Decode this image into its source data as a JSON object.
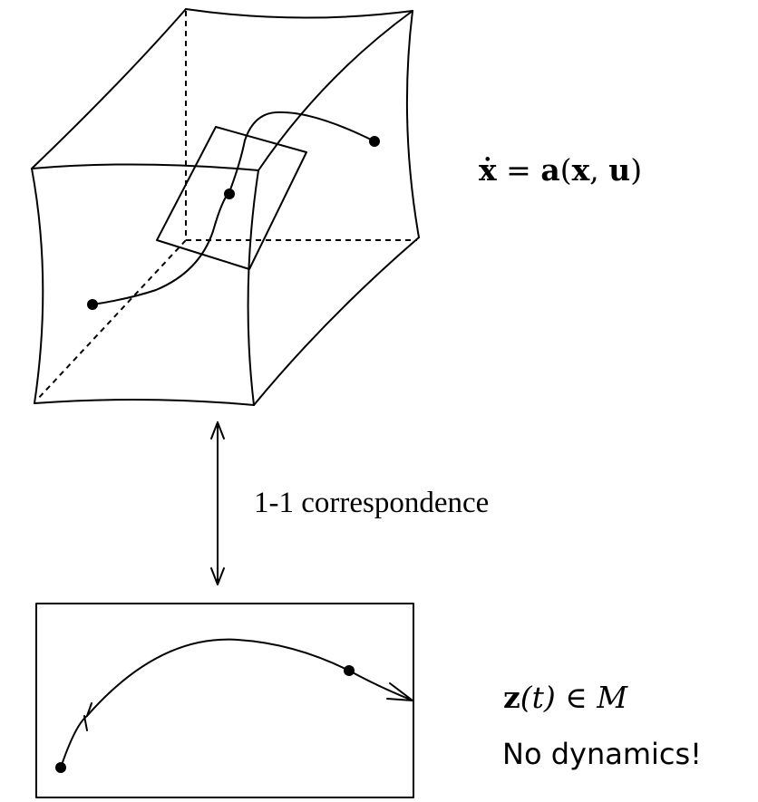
{
  "equation_top": {
    "xdot": "ẋ",
    "equals": " = ",
    "a": "a",
    "open": "(",
    "x": "x",
    "comma": ", ",
    "u": "u",
    "close": ")"
  },
  "correspondence_label": "1-1 correspondence",
  "equation_bottom": {
    "z": "z",
    "args": "(t)",
    "in": " ∈ ",
    "M": "M"
  },
  "no_dynamics_label": "No dynamics!"
}
